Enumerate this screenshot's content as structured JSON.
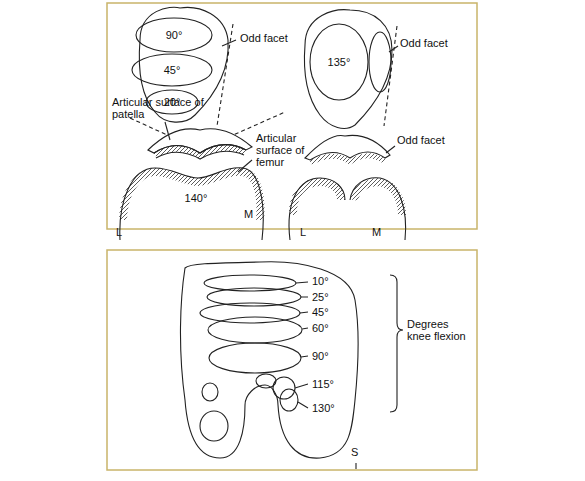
{
  "diagram": {
    "labels": [
      "90°",
      "45°",
      "20°",
      "Odd facet",
      "135°",
      "Odd facet",
      "Articular surface of patella",
      "Articular surface of femur",
      "140°",
      "L",
      "M",
      "Odd facet",
      "L",
      "M",
      "10°",
      "25°",
      "45°",
      "60°",
      "90°",
      "115°",
      "130°",
      "Degrees knee flexion",
      "S"
    ]
  }
}
